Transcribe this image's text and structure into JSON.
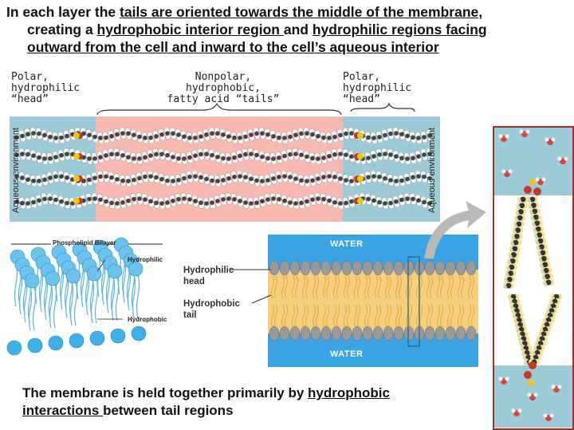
{
  "title": {
    "p1": "In each layer the ",
    "u1": "tails are oriented towards the middle of the membrane",
    "p2": ",",
    "p3": "creating a ",
    "u2": "hydrophobic interior region ",
    "p4": "and ",
    "u3": "hydrophilic regions facing",
    "u4": "outward from the cell and inward to the cell’s aqueous interior"
  },
  "top_diagram": {
    "label_left": "Polar,\nhydrophilic\n“head”",
    "label_mid": "Nonpolar,\nhydrophobic,\nfatty acid “tails”",
    "label_right": "Polar,\nhydrophilic\n“head”",
    "side_left": "Aqueous environment",
    "side_right": "Aqueous environment",
    "colors": {
      "aqueous": "#9ccad6",
      "interior": "#f7b8b0"
    }
  },
  "bilayer_3d": {
    "title": "Phospholipid Bilayer",
    "hydrophilic": "Hydrophilic",
    "hydrophobic": "Hydrophobic"
  },
  "membrane": {
    "water_top": "WATER",
    "water_bottom": "WATER",
    "head_label": "Hydrophilic\nhead",
    "tail_label": "Hydrophobic\ntail",
    "colors": {
      "water": "#3aa3e3",
      "tail": "#f3c56a",
      "head": "#9a9a9a"
    }
  },
  "bottom": {
    "p1": "The membrane is held together primarily by ",
    "u1": "hydrophobic",
    "u2": "interactions ",
    "p2": "between tail regions"
  }
}
